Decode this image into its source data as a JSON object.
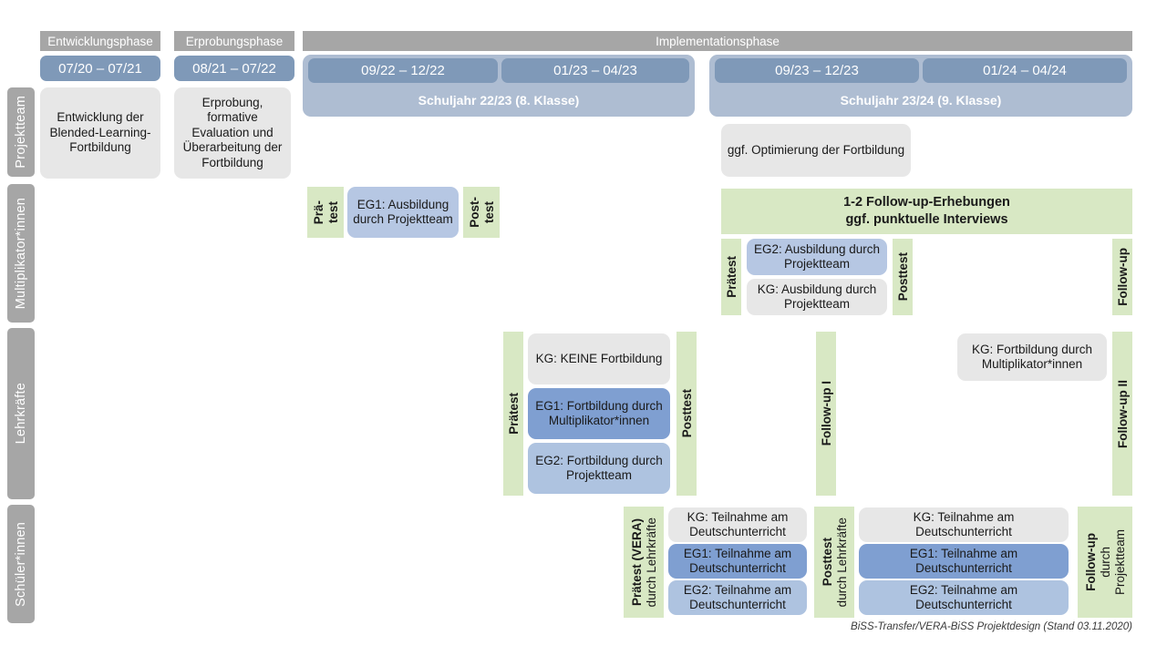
{
  "lanes": [
    {
      "label": "Projektteam"
    },
    {
      "label": "Multiplikator*innen"
    },
    {
      "label": "Lehrkräfte"
    },
    {
      "label": "Schüler*innen"
    }
  ],
  "phases": [
    {
      "label": "Entwicklungsphase"
    },
    {
      "label": "Erprobungsphase"
    },
    {
      "label": "Implementationsphase"
    }
  ],
  "periods": [
    {
      "label": "07/20 – 07/21"
    },
    {
      "label": "08/21 – 07/22"
    },
    {
      "label": "09/22 – 12/22"
    },
    {
      "label": "01/23 – 04/23"
    },
    {
      "label": "09/23 – 12/23"
    },
    {
      "label": "01/24 – 04/24"
    }
  ],
  "school_years": [
    {
      "label": "Schuljahr 22/23 (8. Klasse)"
    },
    {
      "label": "Schuljahr 23/24 (9. Klasse)"
    }
  ],
  "projektteam": {
    "entwicklung": "Entwicklung der Blended-Learning-Fortbildung",
    "erprobung": "Erprobung, formative Evaluation und Überarbeitung der Fortbildung",
    "optimierung": "ggf. Optimierung der Fortbildung"
  },
  "multiplikatoren": {
    "praetest_l1": "Prä-",
    "praetest_l2": "test",
    "posttest_l1": "Post-",
    "posttest_l2": "test",
    "eg1_box": "EG1: Ausbildung durch Projektteam",
    "followup_band_l1": "1-2 Follow-up-Erhebungen",
    "followup_band_l2": "ggf. punktuelle Interviews",
    "praetest2": "Prätest",
    "posttest2": "Posttest",
    "followup": "Follow-up",
    "eg2_box": "EG2: Ausbildung durch Projektteam",
    "kg_box": "KG: Ausbildung durch Projektteam"
  },
  "lehrkraefte": {
    "praetest": "Prätest",
    "posttest": "Posttest",
    "followup_1": "Follow-up I",
    "followup_2": "Follow-up II",
    "kg_keine": "KG:  KEINE Fortbildung",
    "eg1": "EG1: Fortbildung durch Multiplikator*innen",
    "eg2": "EG2: Fortbildung durch Projektteam",
    "kg_mult": "KG: Fortbildung durch Multiplikator*innen"
  },
  "schueler": {
    "praetest_bold": "Prätest (VERA)",
    "praetest_reg": "durch Lehrkräfte",
    "posttest_bold": "Posttest",
    "posttest_reg": "durch Lehrkräfte",
    "followup_bold": "Follow-up",
    "followup_reg1": "durch",
    "followup_reg2": "Projektteam",
    "left_kg": "KG: Teilnahme am Deutschunterricht",
    "left_eg1": "EG1: Teilnahme am Deutschunterricht",
    "left_eg2": "EG2: Teilnahme am Deutschunterricht",
    "right_kg": "KG: Teilnahme am Deutschunterricht",
    "right_eg1": "EG1: Teilnahme am Deutschunterricht",
    "right_eg2": "EG2: Teilnahme am Deutschunterricht"
  },
  "footer": "BiSS-Transfer/VERA-BiSS Projektdesign (Stand 03.11.2020)",
  "colors": {
    "gray_header": "#a6a6a6",
    "date_chip": "#7f99b8",
    "school_band": "#aebdd2",
    "green": "#d8e8c4",
    "box_gray": "#e7e7e7",
    "box_blue_dark": "#7f9fd1",
    "box_blue_light": "#aec3e0"
  }
}
